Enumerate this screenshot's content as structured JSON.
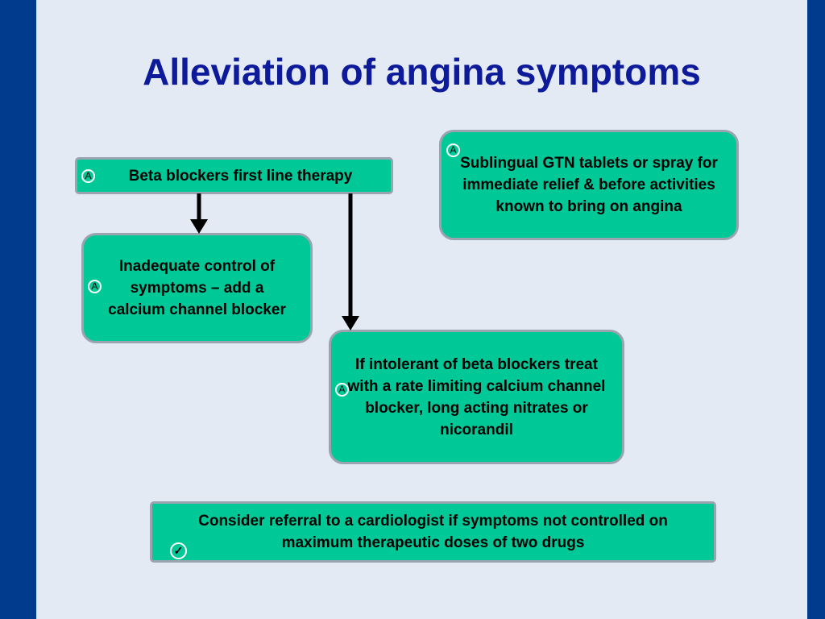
{
  "title": "Alleviation of angina symptoms",
  "colors": {
    "accent_bar": "#003b8e",
    "box_fill": "#00c897",
    "title": "#0d1a9a"
  },
  "badge_label": "A",
  "check_mark": "✓",
  "nodes": {
    "beta_blockers": "Beta blockers first line therapy",
    "gtn": "Sublingual GTN tablets or spray for immediate relief & before activities known to bring on angina",
    "inadequate_control": "Inadequate control of symptoms – add a calcium channel blocker",
    "intolerant": "If intolerant of beta blockers treat with a rate limiting calcium channel blocker, long acting nitrates or nicorandil",
    "referral": "Consider referral to a cardiologist if symptoms not controlled on maximum therapeutic doses of two drugs"
  }
}
